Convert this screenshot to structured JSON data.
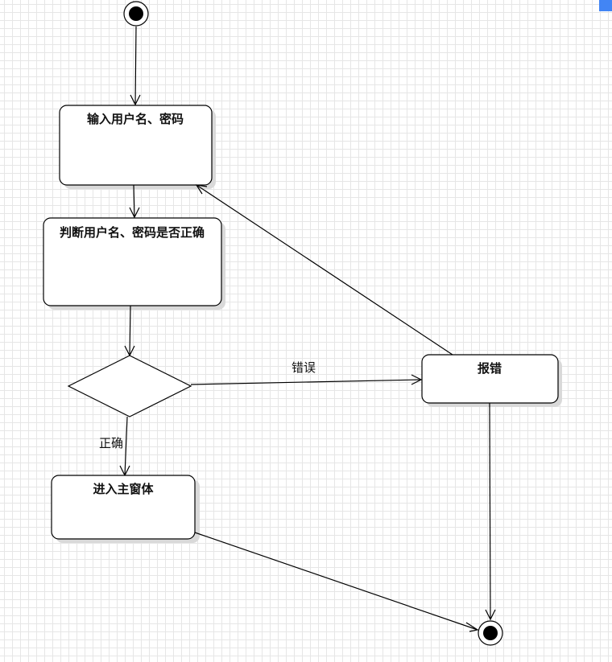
{
  "nodes": {
    "input_credentials": "输入用户名、密码",
    "check_credentials": "判断用户名、密码是否正确",
    "report_error": "报错",
    "enter_main_window": "进入主窗体"
  },
  "edges": {
    "wrong_label": "错误",
    "correct_label": "正确"
  },
  "colors": {
    "grid": "#e6e6e6",
    "stroke": "#000000",
    "marker": "#4285f4"
  }
}
